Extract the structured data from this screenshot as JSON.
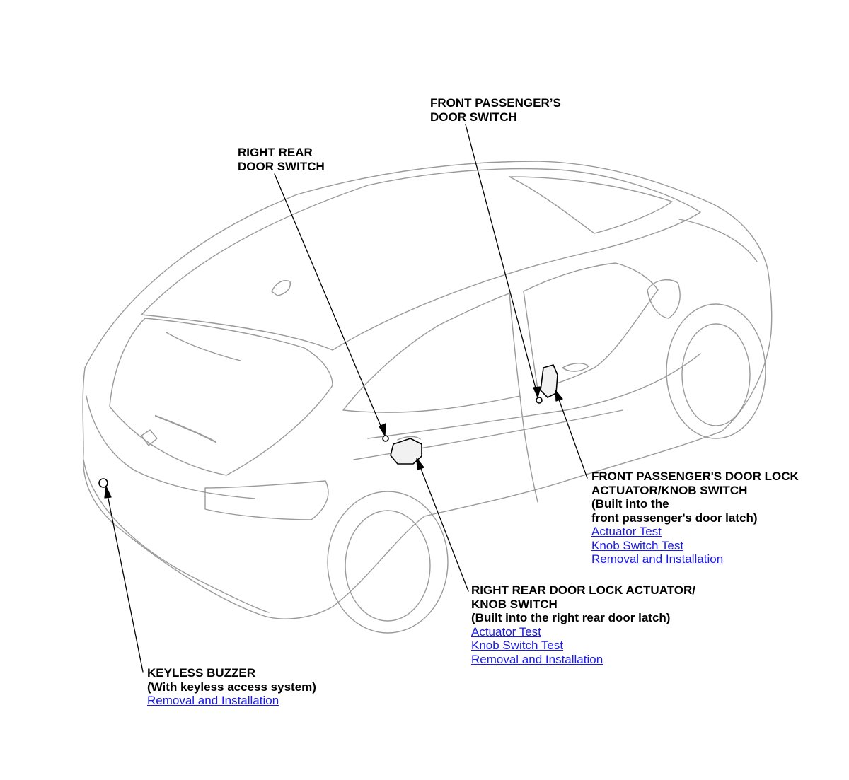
{
  "callouts": {
    "front_passenger_door_switch": {
      "line1": "FRONT PASSENGER’S",
      "line2": "DOOR SWITCH"
    },
    "right_rear_door_switch": {
      "line1": "RIGHT REAR",
      "line2": "DOOR SWITCH"
    },
    "front_passenger_door_lock": {
      "line1": "FRONT PASSENGER'S DOOR LOCK",
      "line2": "ACTUATOR/KNOB SWITCH",
      "line3": "(Built into the",
      "line4": "front passenger's door latch)",
      "links": [
        "Actuator Test",
        "Knob Switch Test",
        "Removal and Installation"
      ]
    },
    "right_rear_door_lock": {
      "line1": "RIGHT REAR DOOR LOCK ACTUATOR/",
      "line2": "KNOB SWITCH",
      "line3": "(Built into the right rear door latch)",
      "links": [
        "Actuator Test",
        "Knob Switch Test",
        "Removal and Installation"
      ]
    },
    "keyless_buzzer": {
      "line1": "KEYLESS BUZZER",
      "line2": "(With keyless access system)",
      "links": [
        "Removal and Installation"
      ]
    }
  },
  "colors": {
    "link": "#1a1ae6",
    "outline": "#9a9a9a",
    "leader": "#000000"
  }
}
